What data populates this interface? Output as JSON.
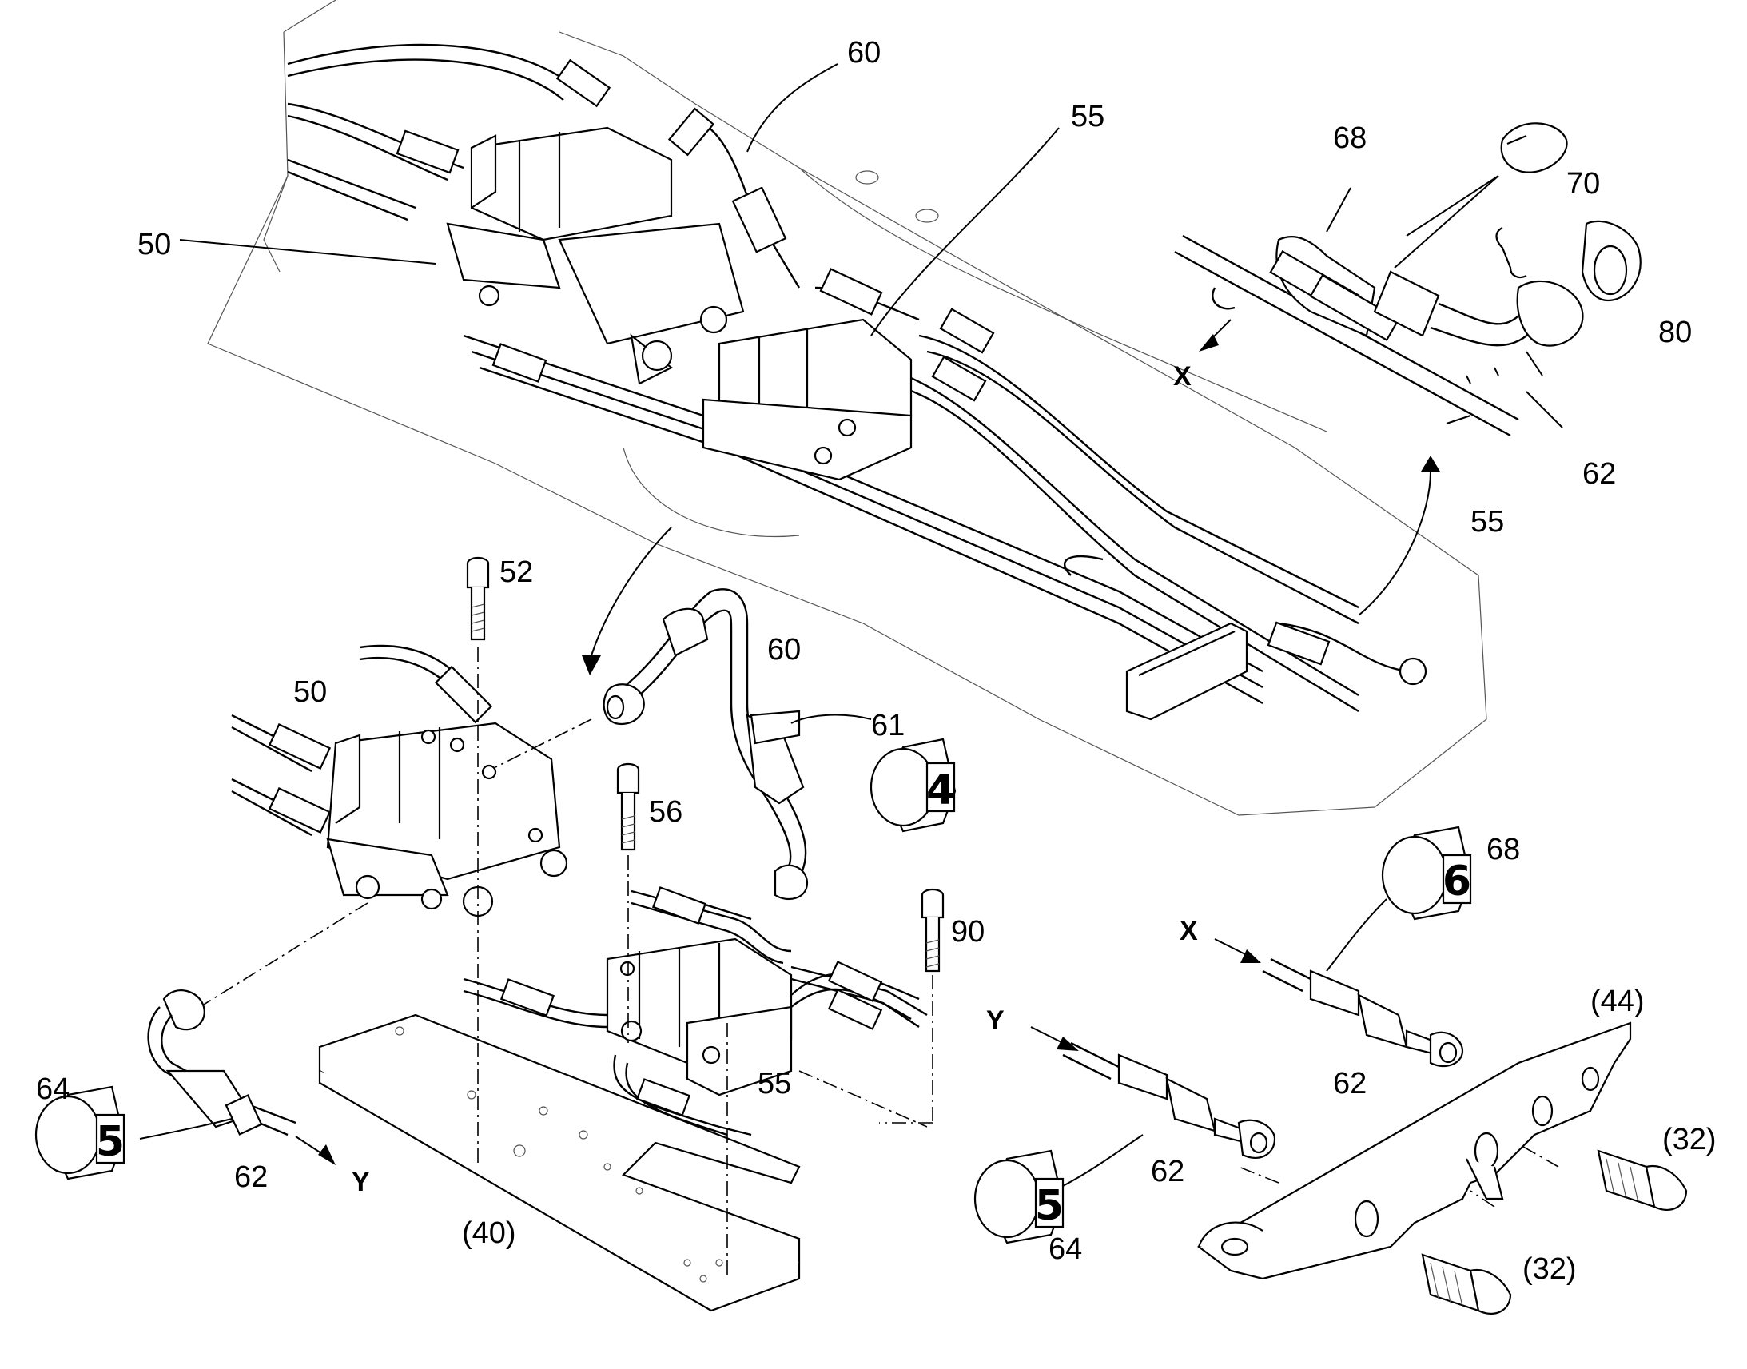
{
  "callouts": {
    "c60_top": "60",
    "c55_top": "55",
    "c50_top": "50",
    "c68_detail": "68",
    "c70": "70",
    "c80": "80",
    "c62_detail": "62",
    "c55_detail": "55",
    "c52": "52",
    "c60_mid": "60",
    "c50_mid": "50",
    "c61": "61",
    "c56": "56",
    "c90": "90",
    "c55_mid": "55",
    "c64_left": "64",
    "c62_left": "62",
    "c40": "(40)",
    "c68_right": "68",
    "c44": "(44)",
    "c62_right_a": "62",
    "c62_right_b": "62",
    "c64_right": "64",
    "c32_a": "(32)",
    "c32_b": "(32)"
  },
  "axis_markers": {
    "x_detail": "X",
    "x_right": "X",
    "y_left": "Y",
    "y_right": "Y"
  },
  "badges": {
    "b4": "4",
    "b6": "6",
    "b5_left": "5",
    "b5_right": "5"
  }
}
